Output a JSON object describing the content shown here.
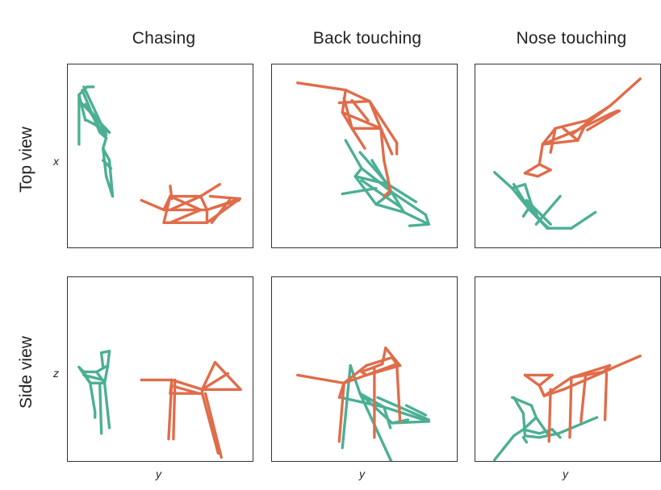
{
  "columns": [
    "Chasing",
    "Back touching",
    "Nose touching"
  ],
  "rows": [
    "Top view",
    "Side view"
  ],
  "axis_labels": {
    "top_row_y": "x",
    "bottom_row_y": "z",
    "x": "y"
  },
  "colors": {
    "animal_a": "#e06c4a",
    "animal_b": "#4caf94",
    "frame": "#333333"
  }
}
